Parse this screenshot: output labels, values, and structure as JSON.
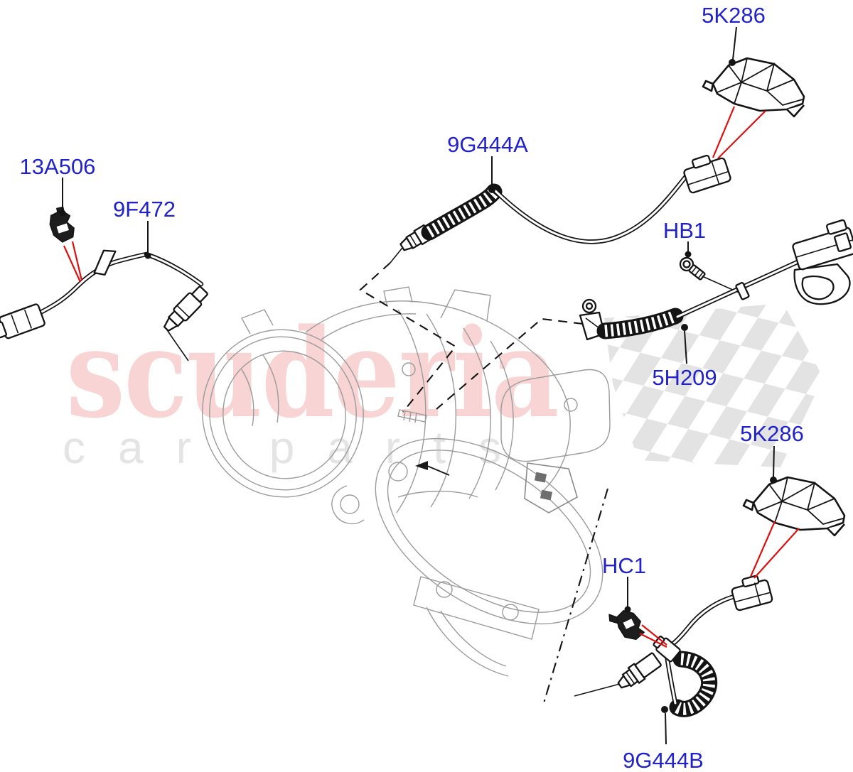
{
  "diagram": {
    "part_labels": {
      "shield_top": "5K286",
      "sensor_upper": "9G444A",
      "clip_left": "13A506",
      "sensor_left": "9F472",
      "bolt": "HB1",
      "harness_tube": "5H209",
      "shield_bottom": "5K286",
      "clip_lower": "HC1",
      "sensor_lower": "9G444B"
    },
    "watermark": {
      "brand": "scuderia",
      "subtitle": "car parts"
    },
    "colors": {
      "label_blue": "#2222cc",
      "leader_red": "#dd1010",
      "part_black": "#141414",
      "sketch_gray": "#9b9b9b",
      "watermark_pink": "#f8d4d4",
      "watermark_gray": "#e4e4e4",
      "flag_gray": "#e3e3e3"
    }
  }
}
